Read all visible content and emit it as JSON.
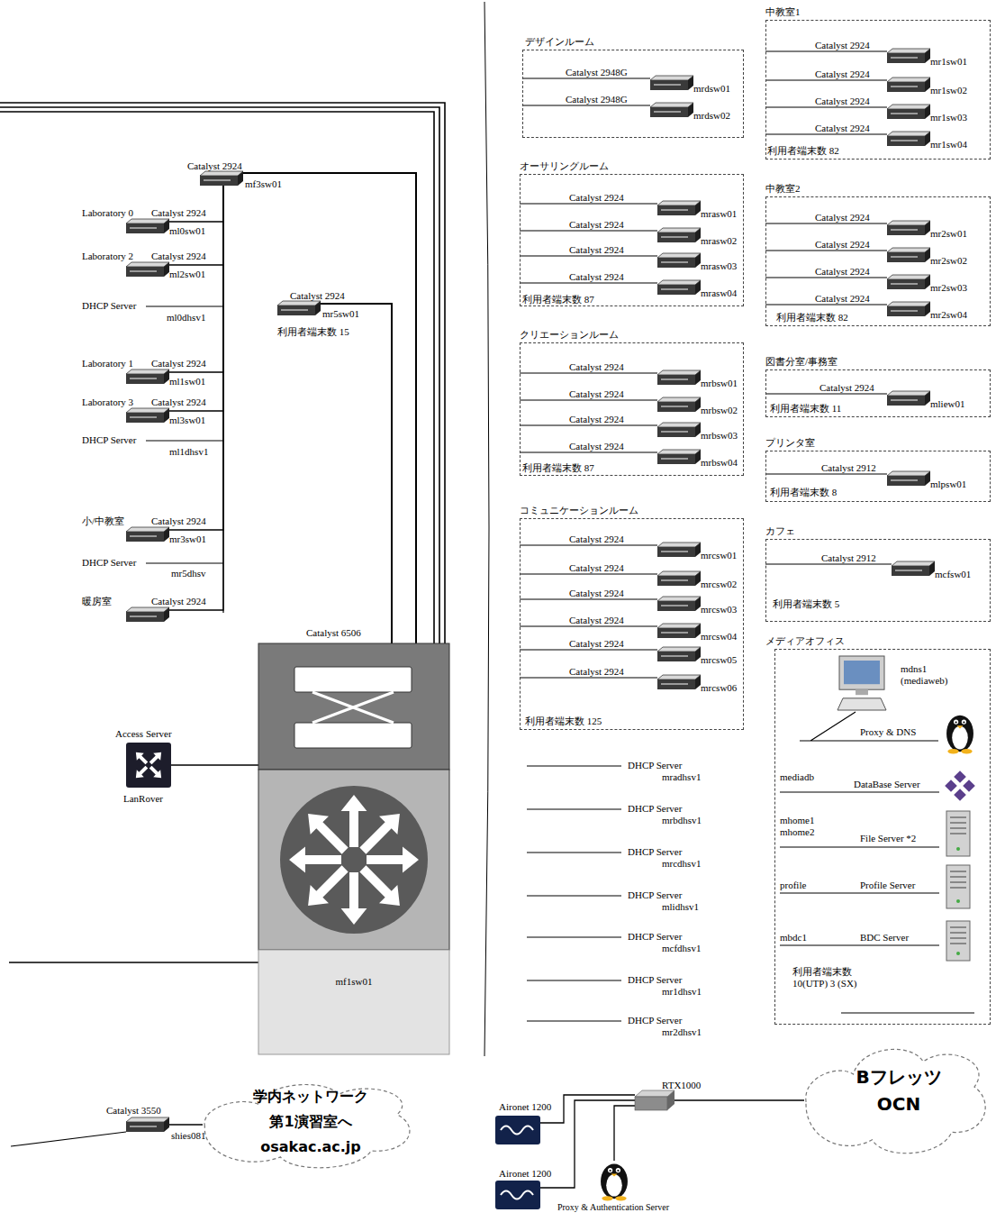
{
  "diagram": {
    "nodes": [
      {
        "text": [
          "Catalyst 2924",
          "mf3sw01"
        ]
      },
      {
        "text": [
          "Laboratory 0",
          "Catalyst 2924",
          "ml0sw01"
        ]
      },
      {
        "text": [
          "Laboratory 2",
          "Catalyst 2924",
          "ml2sw01"
        ]
      },
      {
        "text": [
          "Laboratory 1",
          "Catalyst 2924",
          "ml1sw01"
        ]
      },
      {
        "text": [
          "Laboratory 3",
          "Catalyst 2924",
          "ml3sw01"
        ]
      },
      {
        "text": [
          "小/中教室",
          "Catalyst 2924",
          "mr3sw01"
        ]
      },
      {
        "text": [
          "暖房室",
          "Catalyst 2924"
        ]
      },
      {
        "text": [
          "Catalyst 2924",
          "mr5sw01",
          "利用者端末数 15"
        ]
      },
      {
        "text": [
          "Catalyst 6506",
          "mf1sw01"
        ]
      },
      {
        "text": [
          "Access Server",
          "LanRover"
        ]
      },
      {
        "text": [
          "デザインルーム"
        ]
      },
      {
        "text": [
          "Catalyst 2948G",
          "mrdsw01"
        ],
        "in": 10
      },
      {
        "text": [
          "Catalyst 2948G",
          "mrdsw02"
        ],
        "in": 10
      },
      {
        "text": [
          "オーサリングルーム",
          "利用者端末数 87"
        ]
      },
      {
        "text": [
          "Catalyst 2924",
          "mrasw01"
        ],
        "in": 13
      },
      {
        "text": [
          "Catalyst 2924",
          "mrasw02"
        ],
        "in": 13
      },
      {
        "text": [
          "Catalyst 2924",
          "mrasw03"
        ],
        "in": 13
      },
      {
        "text": [
          "Catalyst 2924",
          "mrasw04"
        ],
        "in": 13
      },
      {
        "text": [
          "クリエーションルーム",
          "利用者端末数 87"
        ]
      },
      {
        "text": [
          "Catalyst 2924",
          "mrbsw01"
        ],
        "in": 18
      },
      {
        "text": [
          "Catalyst 2924",
          "mrbsw02"
        ],
        "in": 18
      },
      {
        "text": [
          "Catalyst 2924",
          "mrbsw03"
        ],
        "in": 18
      },
      {
        "text": [
          "Catalyst 2924",
          "mrbsw04"
        ],
        "in": 18
      },
      {
        "text": [
          "コミュニケーションルーム",
          "利用者端末数 125"
        ]
      },
      {
        "text": [
          "Catalyst 2924",
          "mrcsw01"
        ],
        "in": 23
      },
      {
        "text": [
          "Catalyst 2924",
          "mrcsw02"
        ],
        "in": 23
      },
      {
        "text": [
          "Catalyst 2924",
          "mrcsw03"
        ],
        "in": 23
      },
      {
        "text": [
          "Catalyst 2924",
          "mrcsw04"
        ],
        "in": 23
      },
      {
        "text": [
          "Catalyst 2924",
          "mrcsw05"
        ],
        "in": 23
      },
      {
        "text": [
          "Catalyst 2924",
          "mrcsw06"
        ],
        "in": 23
      },
      {
        "text": [
          "中教室1",
          "利用者端末数 82"
        ]
      },
      {
        "text": [
          "Catalyst 2924",
          "mr1sw01"
        ],
        "in": 30
      },
      {
        "text": [
          "Catalyst 2924",
          "mr1sw02"
        ],
        "in": 30
      },
      {
        "text": [
          "Catalyst 2924",
          "mr1sw03"
        ],
        "in": 30
      },
      {
        "text": [
          "Catalyst 2924",
          "mr1sw04"
        ],
        "in": 30
      },
      {
        "text": [
          "中教室2",
          "利用者端末数 82"
        ]
      },
      {
        "text": [
          "Catalyst 2924",
          "mr2sw01"
        ],
        "in": 35
      },
      {
        "text": [
          "Catalyst 2924",
          "mr2sw02"
        ],
        "in": 35
      },
      {
        "text": [
          "Catalyst 2924",
          "mr2sw03"
        ],
        "in": 35
      },
      {
        "text": [
          "Catalyst 2924",
          "mr2sw04"
        ],
        "in": 35
      },
      {
        "text": [
          "図書分室/事務室",
          "利用者端末数 11"
        ]
      },
      {
        "text": [
          "Catalyst 2924",
          "mliew01"
        ],
        "in": 40
      },
      {
        "text": [
          "プリンタ室",
          "利用者端末数 8"
        ]
      },
      {
        "text": [
          "Catalyst 2912",
          "mlpsw01"
        ],
        "in": 42
      },
      {
        "text": [
          "カフェ",
          "利用者端末数 5"
        ]
      },
      {
        "text": [
          "Catalyst 2912",
          "mcfsw01"
        ],
        "in": 44
      },
      {
        "text": [
          "メディアオフィス",
          "利用者端末数 10(UTP) 3 (SX)"
        ]
      },
      {
        "text": [
          "mdns1 (mediaweb)",
          "Proxy & DNS"
        ],
        "in": 46
      },
      {
        "text": [
          "mediadb",
          "DataBase Server"
        ],
        "in": 46
      },
      {
        "text": [
          "mhome1 mhome2",
          "File Server *2"
        ],
        "in": 46
      },
      {
        "text": [
          "profile",
          "Profile Server"
        ],
        "in": 46
      },
      {
        "text": [
          "mbdc1",
          "BDC Server"
        ],
        "in": 46
      },
      {
        "text": [
          "Catalyst 3550",
          "shies081"
        ]
      },
      {
        "text": [
          "学内ネットワーク",
          "第1演習室へ",
          "osakac.ac.jp"
        ]
      },
      {
        "text": [
          "Aironet 1200"
        ]
      },
      {
        "text": [
          "Aironet 1200"
        ]
      },
      {
        "text": [
          "RTX1000"
        ]
      },
      {
        "text": [
          "Proxy & Authentication Server"
        ]
      },
      {
        "text": [
          "Bフレッツ",
          "OCN"
        ]
      }
    ],
    "edges": [
      {
        "from": 0,
        "to": 8,
        "arrow": "none"
      },
      {
        "from": 1,
        "to": 0,
        "arrow": "none"
      },
      {
        "from": 2,
        "to": 0,
        "arrow": "none"
      },
      {
        "from": 3,
        "to": 0,
        "arrow": "none"
      },
      {
        "from": 4,
        "to": 0,
        "arrow": "none"
      },
      {
        "from": 5,
        "to": 0,
        "arrow": "none"
      },
      {
        "from": 6,
        "to": 0,
        "arrow": "none"
      },
      {
        "from": 7,
        "to": 8,
        "arrow": "none"
      },
      {
        "from": 9,
        "to": 8,
        "arrow": "none"
      },
      {
        "from": 54,
        "to": 56,
        "arrow": "none"
      },
      {
        "from": 55,
        "to": 56,
        "arrow": "none"
      },
      {
        "from": 57,
        "to": 56,
        "arrow": "none"
      },
      {
        "from": 56,
        "to": 58,
        "arrow": "none"
      },
      {
        "from": 52,
        "to": 53,
        "arrow": "none"
      }
    ],
    "labels": [
      "DHCP Server",
      "ml0dhsv1",
      "DHCP Server",
      "ml1dhsv1",
      "DHCP Server",
      "mr5dhsv",
      "DHCP Server",
      "mradhsv1",
      "DHCP Server",
      "mrbdhsv1",
      "DHCP Server",
      "mrcdhsv1",
      "DHCP Server",
      "mlidhsv1",
      "DHCP Server",
      "mcfdhsv1",
      "DHCP Server",
      "mr1dhsv1",
      "DHCP Server",
      "mr2dhsv1"
    ]
  }
}
